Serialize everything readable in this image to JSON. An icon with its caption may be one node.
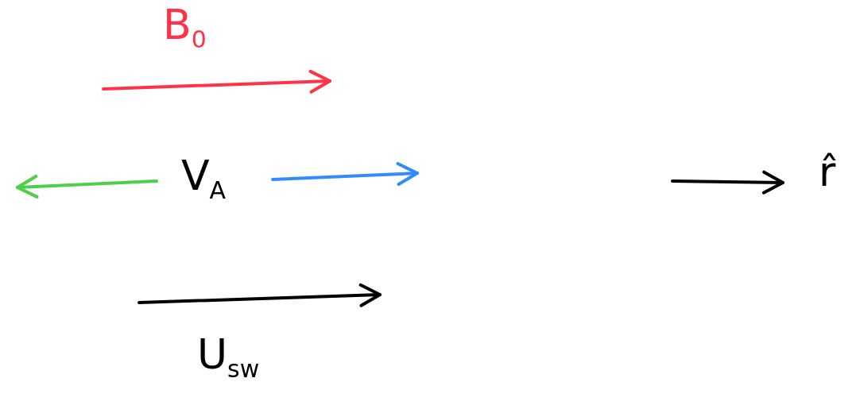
{
  "diagram": {
    "labels": [
      "B$_{0}$",
      "V$_{A}$",
      "U$_{sw}$",
      "r̂"
    ]
  }
}
